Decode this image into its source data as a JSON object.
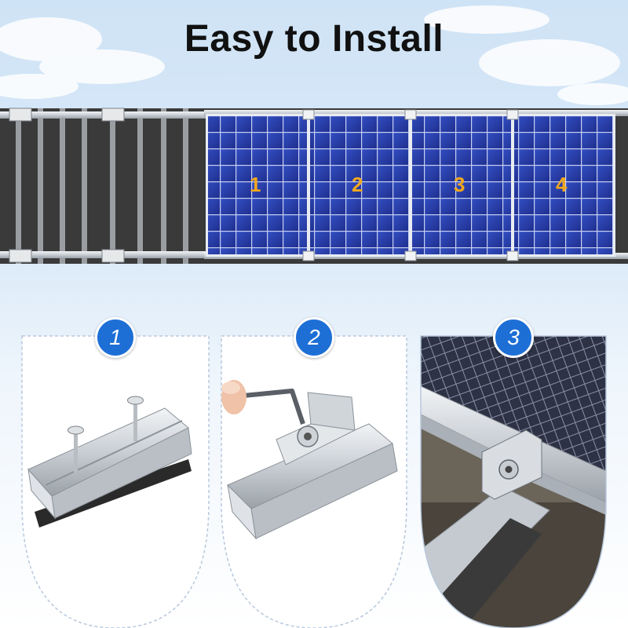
{
  "title": "Easy to Install",
  "panels": [
    {
      "label": "1"
    },
    {
      "label": "2"
    },
    {
      "label": "3"
    },
    {
      "label": "4"
    }
  ],
  "steps": [
    {
      "label": "1"
    },
    {
      "label": "2"
    },
    {
      "label": "3"
    }
  ],
  "colors": {
    "panel_blue": "#2a3fa8",
    "badge_blue": "#1d6fd6",
    "number_orange": "#f2a81d",
    "rail_dark": "#333333",
    "aluminum": "#cfd4d9"
  }
}
